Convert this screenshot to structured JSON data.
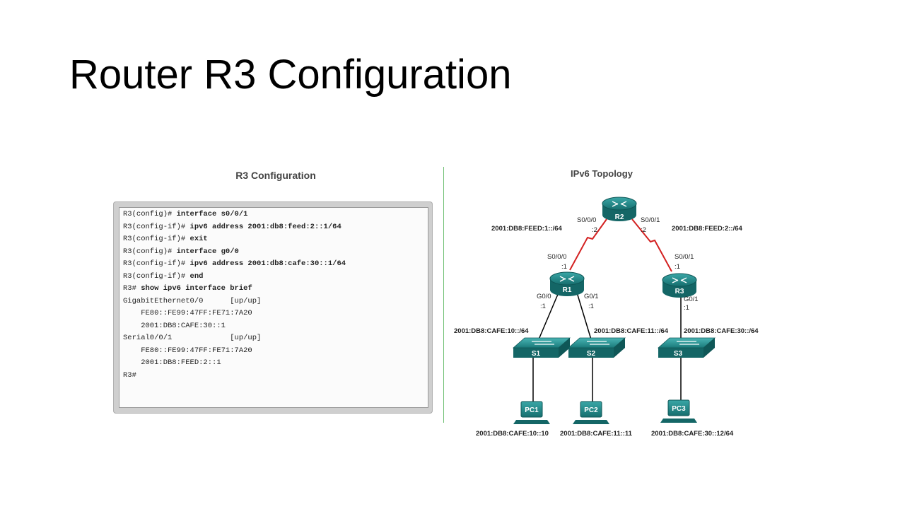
{
  "title": "Router R3 Configuration",
  "config_panel": {
    "title": "R3 Configuration",
    "lines": [
      {
        "prompt": "R3(config)# ",
        "command": "interface s0/0/1"
      },
      {
        "prompt": "R3(config-if)# ",
        "command": "ipv6 address 2001:db8:feed:2::1/64"
      },
      {
        "prompt": "R3(config-if)# ",
        "command": "exit"
      },
      {
        "prompt": "R3(config)# ",
        "command": "interface g0/0"
      },
      {
        "prompt": "R3(config-if)# ",
        "command": "ipv6 address 2001:db8:cafe:30::1/64"
      },
      {
        "prompt": "R3(config-if)# ",
        "command": "end"
      },
      {
        "prompt": "R3# ",
        "command": "show ipv6 interface brief"
      },
      {
        "prompt": "GigabitEthernet0/0      [up/up]",
        "command": ""
      },
      {
        "prompt": "    FE80::FE99:47FF:FE71:7A20",
        "command": ""
      },
      {
        "prompt": "    2001:DB8:CAFE:30::1",
        "command": ""
      },
      {
        "prompt": "Serial0/0/1             [up/up]",
        "command": ""
      },
      {
        "prompt": "    FE80::FE99:47FF:FE71:7A20",
        "command": ""
      },
      {
        "prompt": "    2001:DB8:FEED:2::1",
        "command": ""
      },
      {
        "prompt": "R3#",
        "command": ""
      }
    ]
  },
  "topology": {
    "title": "IPv6 Topology",
    "routers": {
      "r1": "R1",
      "r2": "R2",
      "r3": "R3"
    },
    "switches": {
      "s1": "S1",
      "s2": "S2",
      "s3": "S3"
    },
    "pcs": {
      "pc1": "PC1",
      "pc2": "PC2",
      "pc3": "PC3"
    },
    "labels": {
      "r2_s000": "S0/0/0",
      "r2_s000_host": ":2",
      "r2_s001": "S0/0/1",
      "r2_s001_host": ":2",
      "net_feed1": "2001:DB8:FEED:1::/64",
      "net_feed2": "2001:DB8:FEED:2::/64",
      "r1_s000": "S0/0/0",
      "r1_s000_host": ":1",
      "r3_s001": "S0/0/1",
      "r3_s001_host": ":1",
      "r1_g00": "G0/0",
      "r1_g00_host": ":1",
      "r1_g01": "G0/1",
      "r1_g01_host": ":1",
      "r3_g01": "G0/1",
      "r3_g01_host": ":1",
      "net_cafe10": "2001:DB8:CAFE:10::/64",
      "net_cafe11": "2001:DB8:CAFE:11::/64",
      "net_cafe30": "2001:DB8:CAFE:30::/64",
      "pc1_addr": "2001:DB8:CAFE:10::10",
      "pc2_addr": "2001:DB8:CAFE:11::11",
      "pc3_addr": "2001:DB8:CAFE:30::12/64"
    },
    "colors": {
      "device": "#1f8a8a",
      "device_dark": "#146666",
      "serial_link": "#d32020",
      "eth_link": "#000000"
    }
  }
}
